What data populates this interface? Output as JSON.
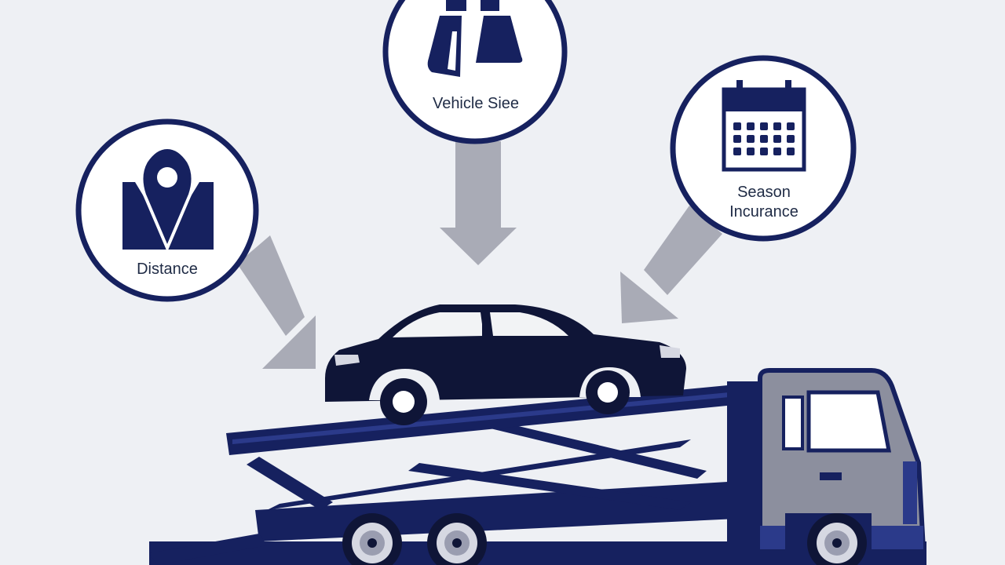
{
  "factors": {
    "vehicle_size": {
      "label": "Vehicle Siee",
      "icon": "road-lanes-icon"
    },
    "distance": {
      "label": "Distance",
      "icon": "location-pin-map-icon"
    },
    "season": {
      "label_line1": "Season",
      "label_line2": "Incurance",
      "icon": "calendar-icon"
    }
  },
  "colors": {
    "navy": "#16215f",
    "dark_navy": "#0f1537",
    "arrow_gray": "#a9abb6",
    "circle_fill": "#ffffff",
    "background": "#eef0f4",
    "truck_gray": "#8c8f9e"
  }
}
